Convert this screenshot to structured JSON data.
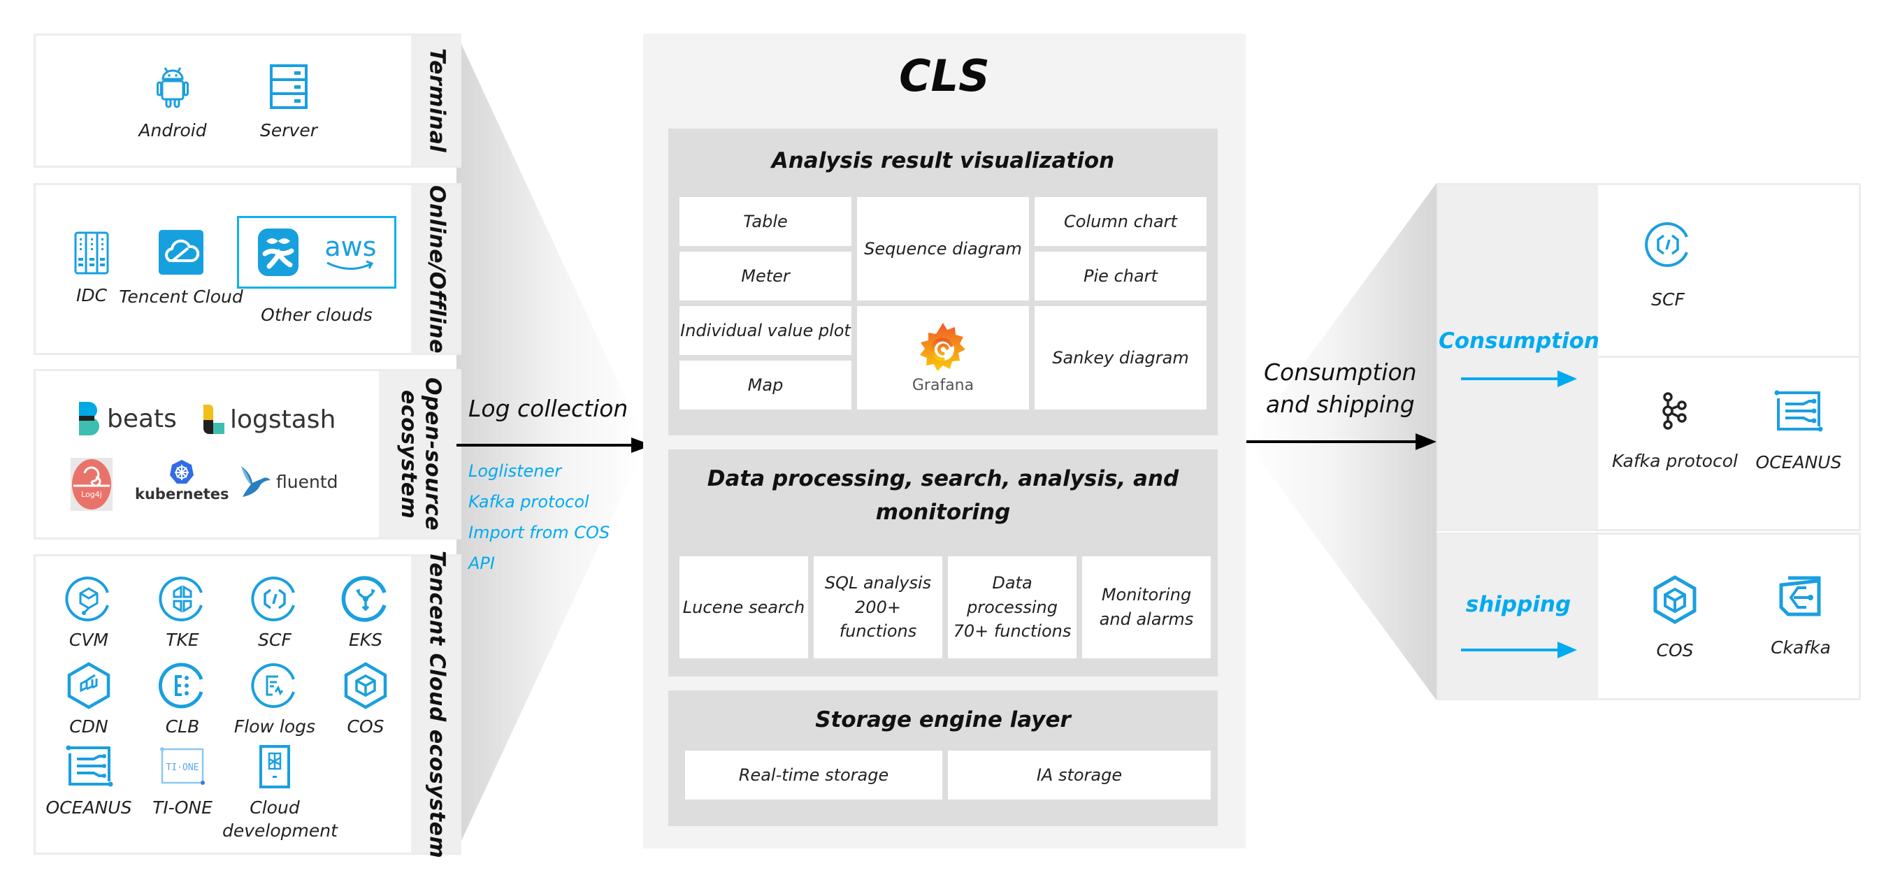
{
  "colors": {
    "accent_blue": "#00aaf0",
    "panel_gray": "#f3f3f3",
    "layer_gray": "#dddddd",
    "strip_gray": "#efefef"
  },
  "sources": {
    "terminal": {
      "label": "Terminal",
      "items": [
        {
          "label": "Android",
          "icon": "android-icon"
        },
        {
          "label": "Server",
          "icon": "server-icon"
        }
      ]
    },
    "online_offline": {
      "label": "Online/Offline",
      "items": [
        {
          "label": "IDC",
          "icon": "idc-rack-icon"
        },
        {
          "label": "Tencent Cloud",
          "icon": "tencent-cloud-icon"
        },
        {
          "label": "Other clouds",
          "icon": "other-clouds-icon",
          "logos": [
            "Alibaba Cloud",
            "aws"
          ]
        }
      ]
    },
    "open_source": {
      "label_line1": "Open-source",
      "label_line2": "ecosystem",
      "items": [
        {
          "label": "beats",
          "icon": "beats-logo"
        },
        {
          "label": "logstash",
          "icon": "logstash-logo"
        },
        {
          "label": "Log4j",
          "icon": "log4j-logo"
        },
        {
          "label": "kubernetes",
          "icon": "kubernetes-logo"
        },
        {
          "label": "fluentd",
          "icon": "fluentd-logo"
        }
      ]
    },
    "tencent_ecosystem": {
      "label": "Tencent Cloud ecosystem",
      "items": [
        {
          "label": "CVM",
          "icon": "cvm-icon"
        },
        {
          "label": "TKE",
          "icon": "tke-icon"
        },
        {
          "label": "SCF",
          "icon": "scf-icon"
        },
        {
          "label": "EKS",
          "icon": "eks-icon"
        },
        {
          "label": "CDN",
          "icon": "cdn-icon"
        },
        {
          "label": "CLB",
          "icon": "clb-icon"
        },
        {
          "label": "Flow logs",
          "icon": "flow-logs-icon"
        },
        {
          "label": "COS",
          "icon": "cos-icon"
        },
        {
          "label": "OCEANUS",
          "icon": "oceanus-icon"
        },
        {
          "label": "TI-ONE",
          "icon": "ti-one-icon"
        },
        {
          "label": "Cloud development",
          "icon": "cloud-development-icon"
        }
      ]
    }
  },
  "collection": {
    "label": "Log collection",
    "methods": [
      "Loglistener",
      "Kafka protocol",
      "Import from COS",
      "API"
    ]
  },
  "cls": {
    "title": "CLS",
    "visualization": {
      "title": "Analysis result visualization",
      "cells": {
        "table": "Table",
        "meter": "Meter",
        "individual_value_plot": "Individual value plot",
        "map": "Map",
        "sequence_diagram": "Sequence diagram",
        "grafana": "Grafana",
        "column_chart": "Column chart",
        "pie_chart": "Pie chart",
        "sankey_diagram": "Sankey diagram"
      }
    },
    "processing": {
      "title_line1": "Data processing, search, analysis, and",
      "title_line2": "monitoring",
      "cells": [
        {
          "line1": "Lucene search",
          "line2": ""
        },
        {
          "line1": "SQL analysis",
          "line2": "200+ functions"
        },
        {
          "line1": "Data processing",
          "line2": "70+ functions"
        },
        {
          "line1": "Monitoring",
          "line2": "and alarms"
        }
      ]
    },
    "storage": {
      "title": "Storage engine layer",
      "cells": [
        "Real-time storage",
        "IA storage"
      ]
    }
  },
  "shipping": {
    "label_line1": "Consumption",
    "label_line2": "and shipping"
  },
  "destinations": {
    "consumption": {
      "label": "Consumption",
      "items": [
        {
          "label": "SCF",
          "icon": "scf-icon"
        },
        {
          "label": "Kafka protocol",
          "icon": "kafka-icon"
        },
        {
          "label": "OCEANUS",
          "icon": "oceanus-icon"
        }
      ]
    },
    "shipping": {
      "label": "shipping",
      "items": [
        {
          "label": "COS",
          "icon": "cos-icon"
        },
        {
          "label": "Ckafka",
          "icon": "ckafka-icon"
        }
      ]
    }
  }
}
